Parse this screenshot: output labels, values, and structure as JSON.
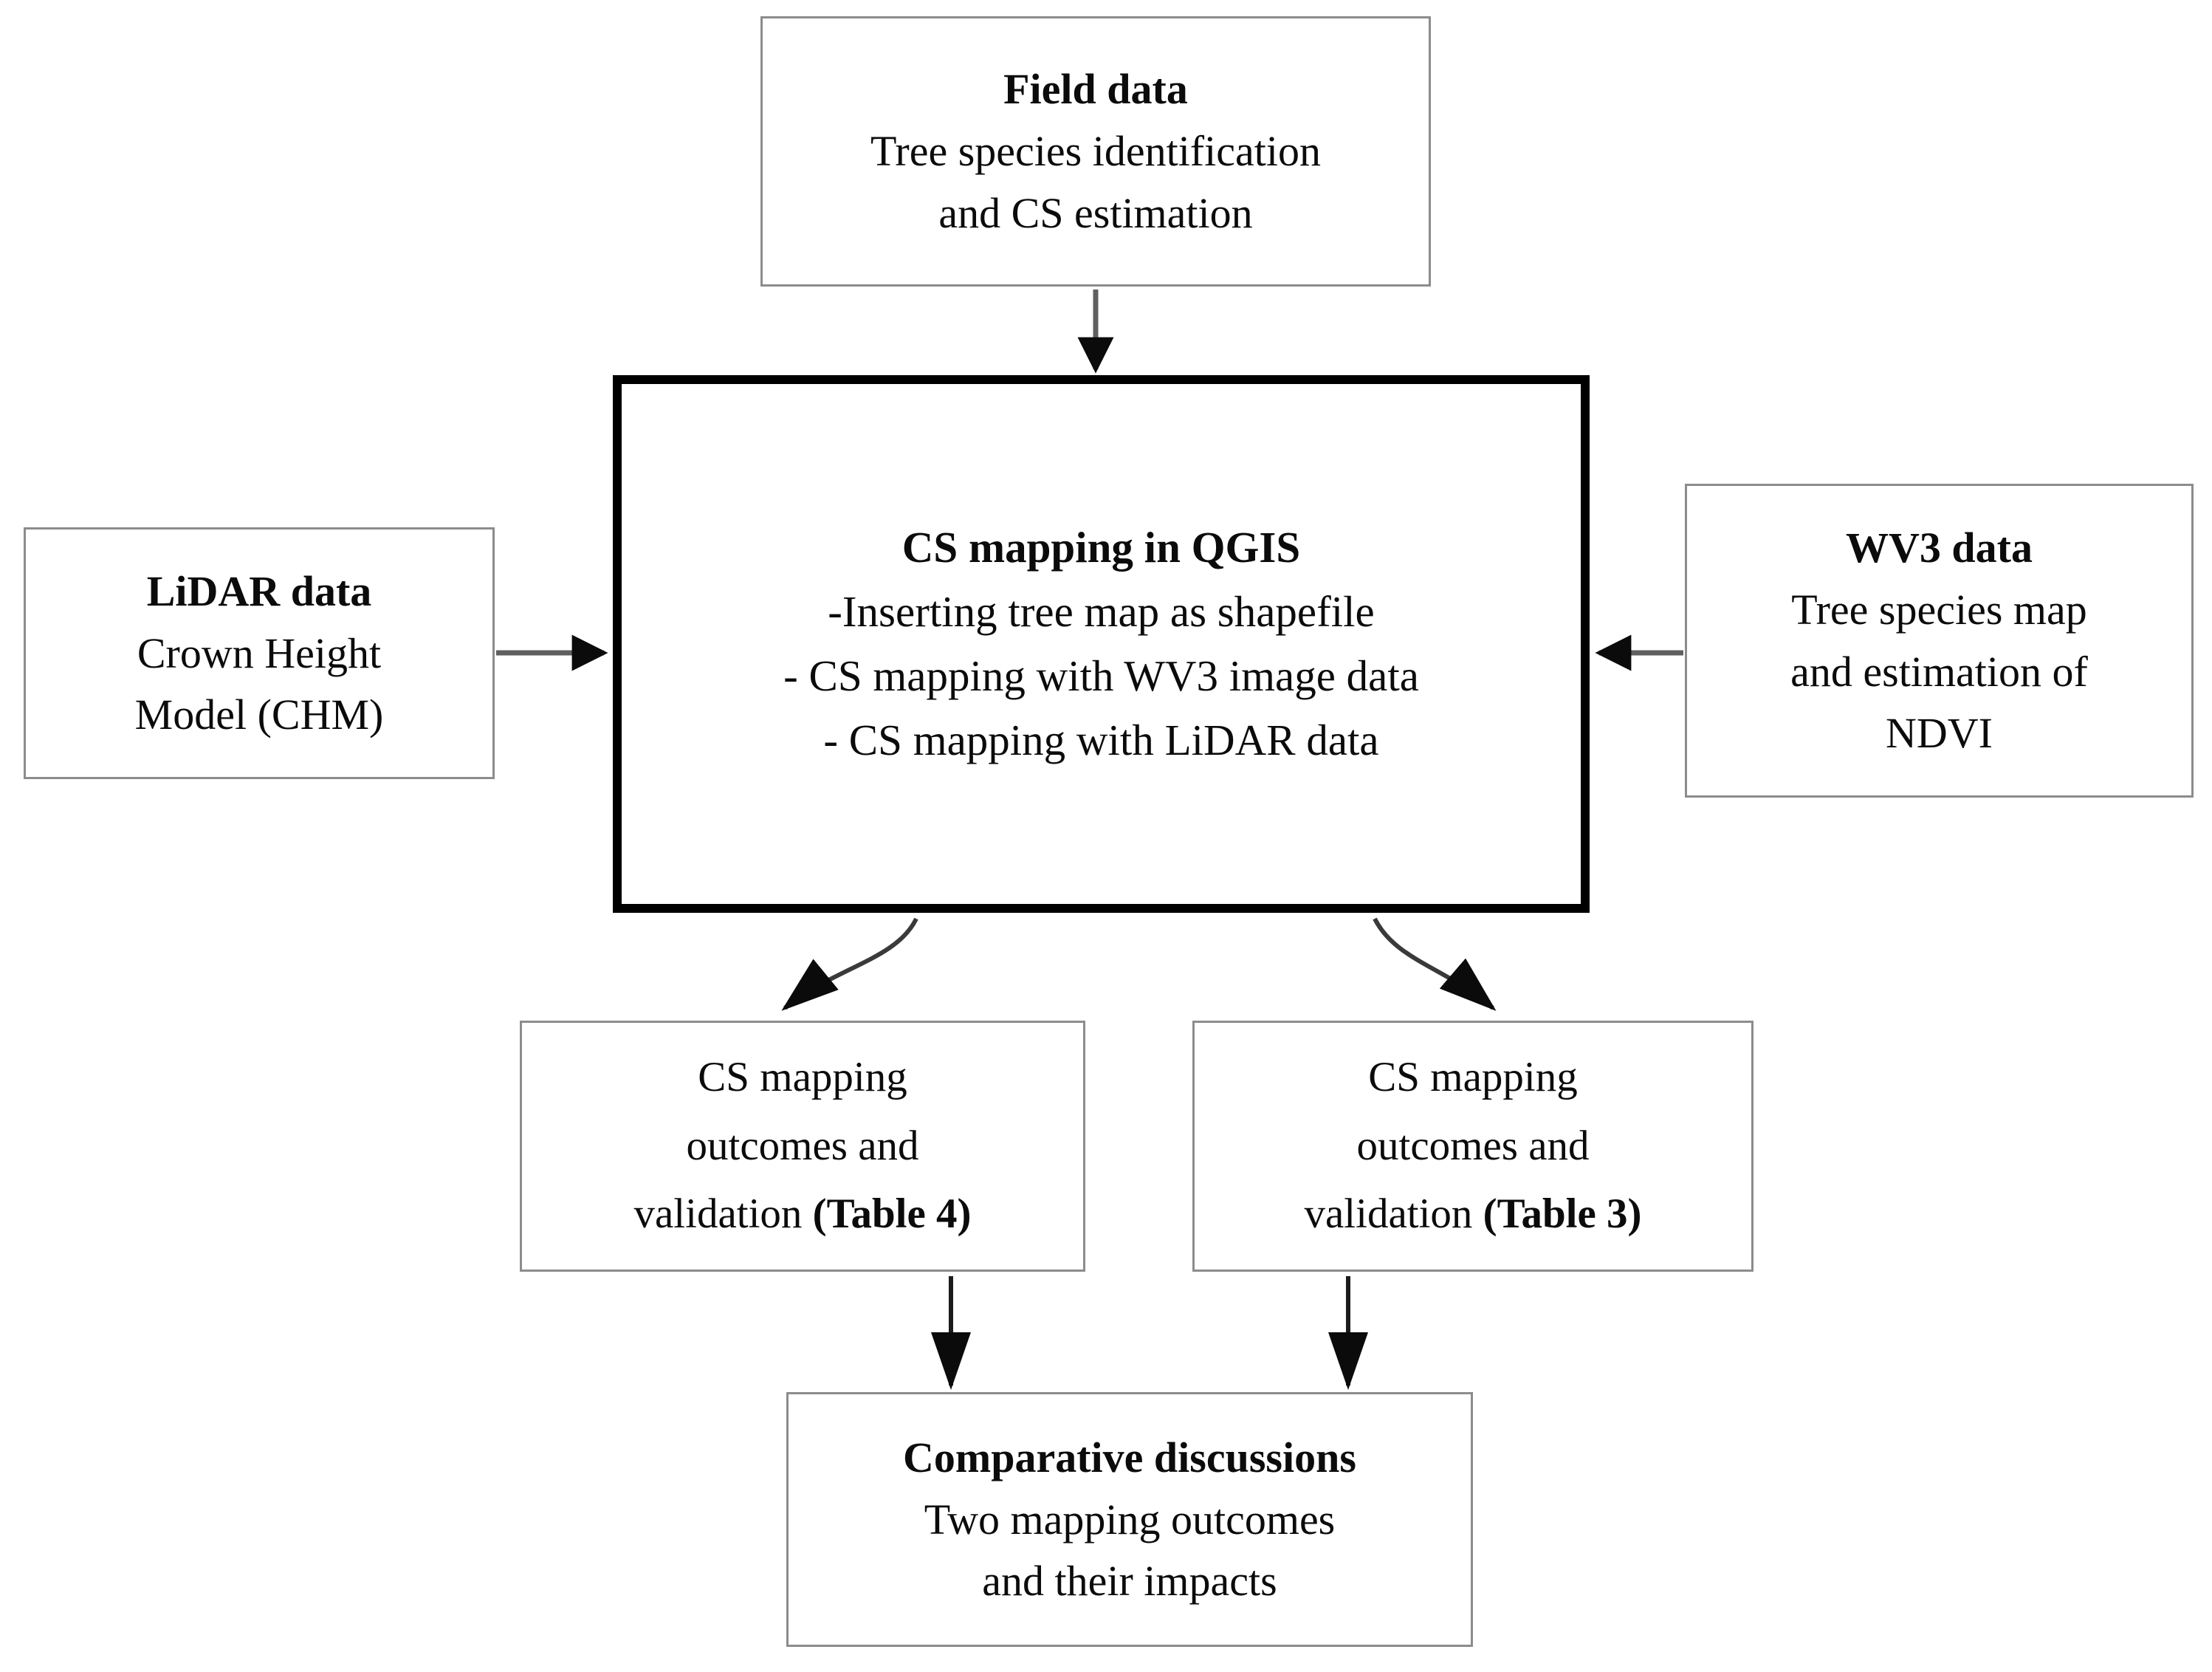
{
  "figure": {
    "type": "flowchart",
    "orientation": "top-down",
    "background_color": "#ffffff",
    "text_color": "#0b0b0b",
    "default_border_color": "#8c8c8c",
    "emphasis_border_color": "#000000"
  },
  "nodes": {
    "field_data": {
      "title": "Field data",
      "line2": "Tree species identification",
      "line3": "and CS estimation"
    },
    "cs_mapping": {
      "title": "CS mapping in QGIS",
      "bullet1": "-Inserting tree map as shapefile",
      "bullet2": "- CS mapping with WV3 image data",
      "bullet3": "- CS mapping with LiDAR data"
    },
    "lidar_data": {
      "title": "LiDAR data",
      "line2": "Crown Height",
      "line3": "Model (CHM)"
    },
    "wv3_data": {
      "title": "WV3 data",
      "line2": "Tree species map",
      "line3": "and estimation of",
      "line4": "NDVI"
    },
    "outcome_lidar": {
      "line1": "CS mapping",
      "line2": "outcomes and",
      "line3_prefix": "validation ",
      "line3_emphasis": "(Table 4)"
    },
    "outcome_wv3": {
      "line1": "CS mapping",
      "line2": "outcomes and",
      "line3_prefix": "validation ",
      "line3_emphasis": "(Table 3)"
    },
    "comparative": {
      "title": "Comparative discussions",
      "line2": "Two mapping outcomes",
      "line3": "and their impacts"
    }
  },
  "edges": [
    {
      "name": "field-data-to-cs-mapping",
      "from": "field_data",
      "to": "cs_mapping",
      "direction": "down",
      "style": "straight"
    },
    {
      "name": "lidar-data-to-cs-mapping",
      "from": "lidar_data",
      "to": "cs_mapping",
      "direction": "right",
      "style": "straight"
    },
    {
      "name": "wv3-data-to-cs-mapping",
      "from": "wv3_data",
      "to": "cs_mapping",
      "direction": "left",
      "style": "straight"
    },
    {
      "name": "cs-mapping-to-outcome-lidar",
      "from": "cs_mapping",
      "to": "outcome_lidar",
      "direction": "down-left",
      "style": "curved"
    },
    {
      "name": "cs-mapping-to-outcome-wv3",
      "from": "cs_mapping",
      "to": "outcome_wv3",
      "direction": "down-right",
      "style": "curved"
    },
    {
      "name": "outcome-lidar-to-comparative",
      "from": "outcome_lidar",
      "to": "comparative",
      "direction": "down",
      "style": "straight"
    },
    {
      "name": "outcome-wv3-to-comparative",
      "from": "outcome_wv3",
      "to": "comparative",
      "direction": "down",
      "style": "straight"
    }
  ]
}
